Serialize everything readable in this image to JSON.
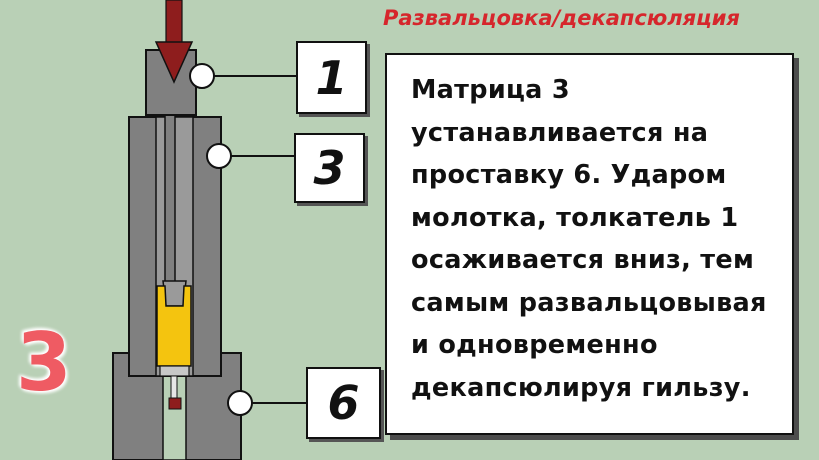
{
  "title": "Развальцовка/декапсюляция",
  "callouts": [
    {
      "id": "1",
      "label": "1"
    },
    {
      "id": "3",
      "label": "3"
    },
    {
      "id": "6",
      "label": "6"
    }
  ],
  "description": [
    "Матрица 3",
    "устанавливается на",
    "проставку 6. Ударом",
    "молотка, толкатель 1",
    "осаживается вниз, тем",
    "самым развальцовывая",
    "и одновременно",
    "декапсюлируя гильзу."
  ],
  "step_number": "3",
  "colors": {
    "background": "#b9d0b6",
    "part": "#808080",
    "arrow": "#8e1d1d",
    "title": "#d6262c",
    "step_number": "#ef5b63",
    "cartridge": "#f4c40f"
  },
  "icons": {
    "arrow": "down-arrow-icon"
  }
}
